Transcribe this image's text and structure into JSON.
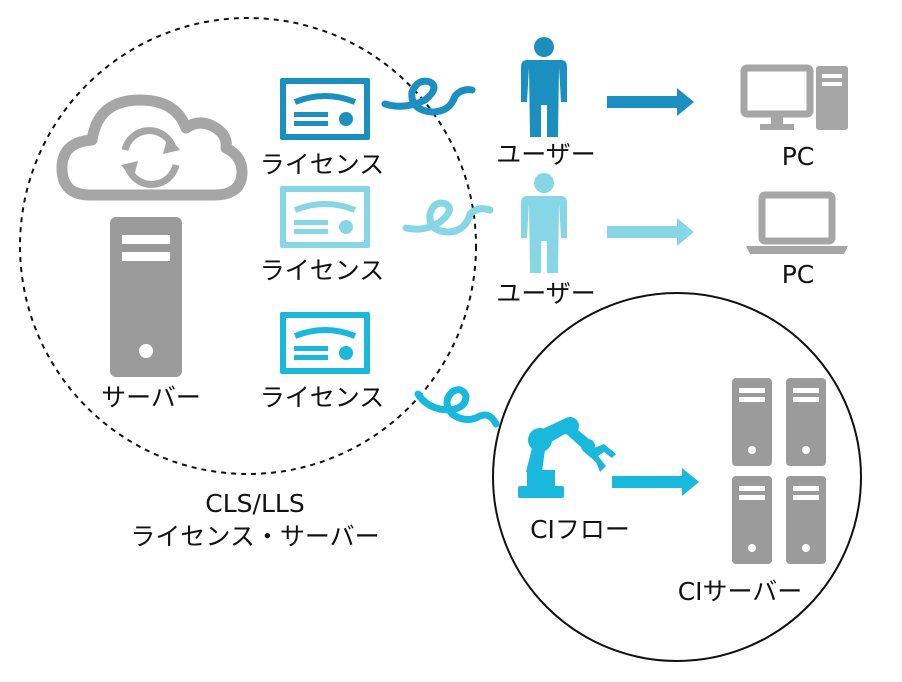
{
  "labels": {
    "license_1": "ライセンス",
    "license_2": "ライセンス",
    "license_3": "ライセンス",
    "server": "サーバー",
    "user_1": "ユーザー",
    "user_2": "ユーザー",
    "pc_1": "PC",
    "pc_2": "PC",
    "cls_line1": "CLS/LLS",
    "cls_line2": "ライセンス・サーバー",
    "ci_flow": "CIフロー",
    "ci_server": "CIサーバー"
  },
  "colors": {
    "dark_blue": "#1a8fc0",
    "light_blue": "#86d6e6",
    "mid_blue": "#1ab8dc",
    "gray": "#9b9b9b"
  },
  "icons": [
    "cloud-sync-icon",
    "server-tower-icon",
    "certificate-icon",
    "knot-icon",
    "person-icon",
    "arrow-right-icon",
    "desktop-pc-icon",
    "laptop-icon",
    "robot-arm-icon",
    "server-rack-icon"
  ]
}
